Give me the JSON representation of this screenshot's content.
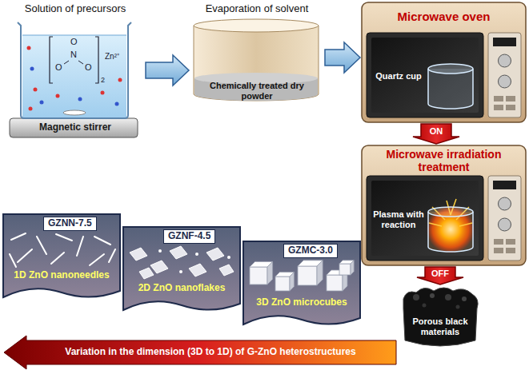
{
  "diagram": {
    "nodes": [
      {
        "text": [
          "Solution of precursors",
          "Magnetic stirrer"
        ]
      },
      {
        "text": [
          "Evaporation of solvent",
          "Chemically treated dry powder"
        ]
      },
      {
        "text": [
          "Microwave oven",
          "Quartz cup"
        ]
      },
      {
        "text": [
          "Microwave irradiation treatment",
          "Plasma with reaction"
        ]
      },
      {
        "text": [
          "Porous black materials"
        ]
      },
      {
        "text": [
          "GZNN-7.5",
          "1D ZnO nanoneedles"
        ]
      },
      {
        "text": [
          "GZNF-4.5",
          "2D ZnO nanoflakes"
        ]
      },
      {
        "text": [
          "GZMC-3.0",
          "3D ZnO microcubes"
        ]
      },
      {
        "text": [
          "Variation in the dimension (3D to 1D) of G-ZnO heterostructures"
        ]
      }
    ],
    "edges": [
      {
        "from": 0,
        "to": 1,
        "arrow": "to"
      },
      {
        "from": 1,
        "to": 2,
        "arrow": "to"
      },
      {
        "from": 2,
        "to": 3,
        "label": "ON",
        "arrow": "to"
      },
      {
        "from": 3,
        "to": 4,
        "label": "OFF",
        "arrow": "to"
      }
    ],
    "labels": [
      "O",
      "N",
      "O",
      "O",
      "2",
      "Zn²⁺"
    ]
  }
}
